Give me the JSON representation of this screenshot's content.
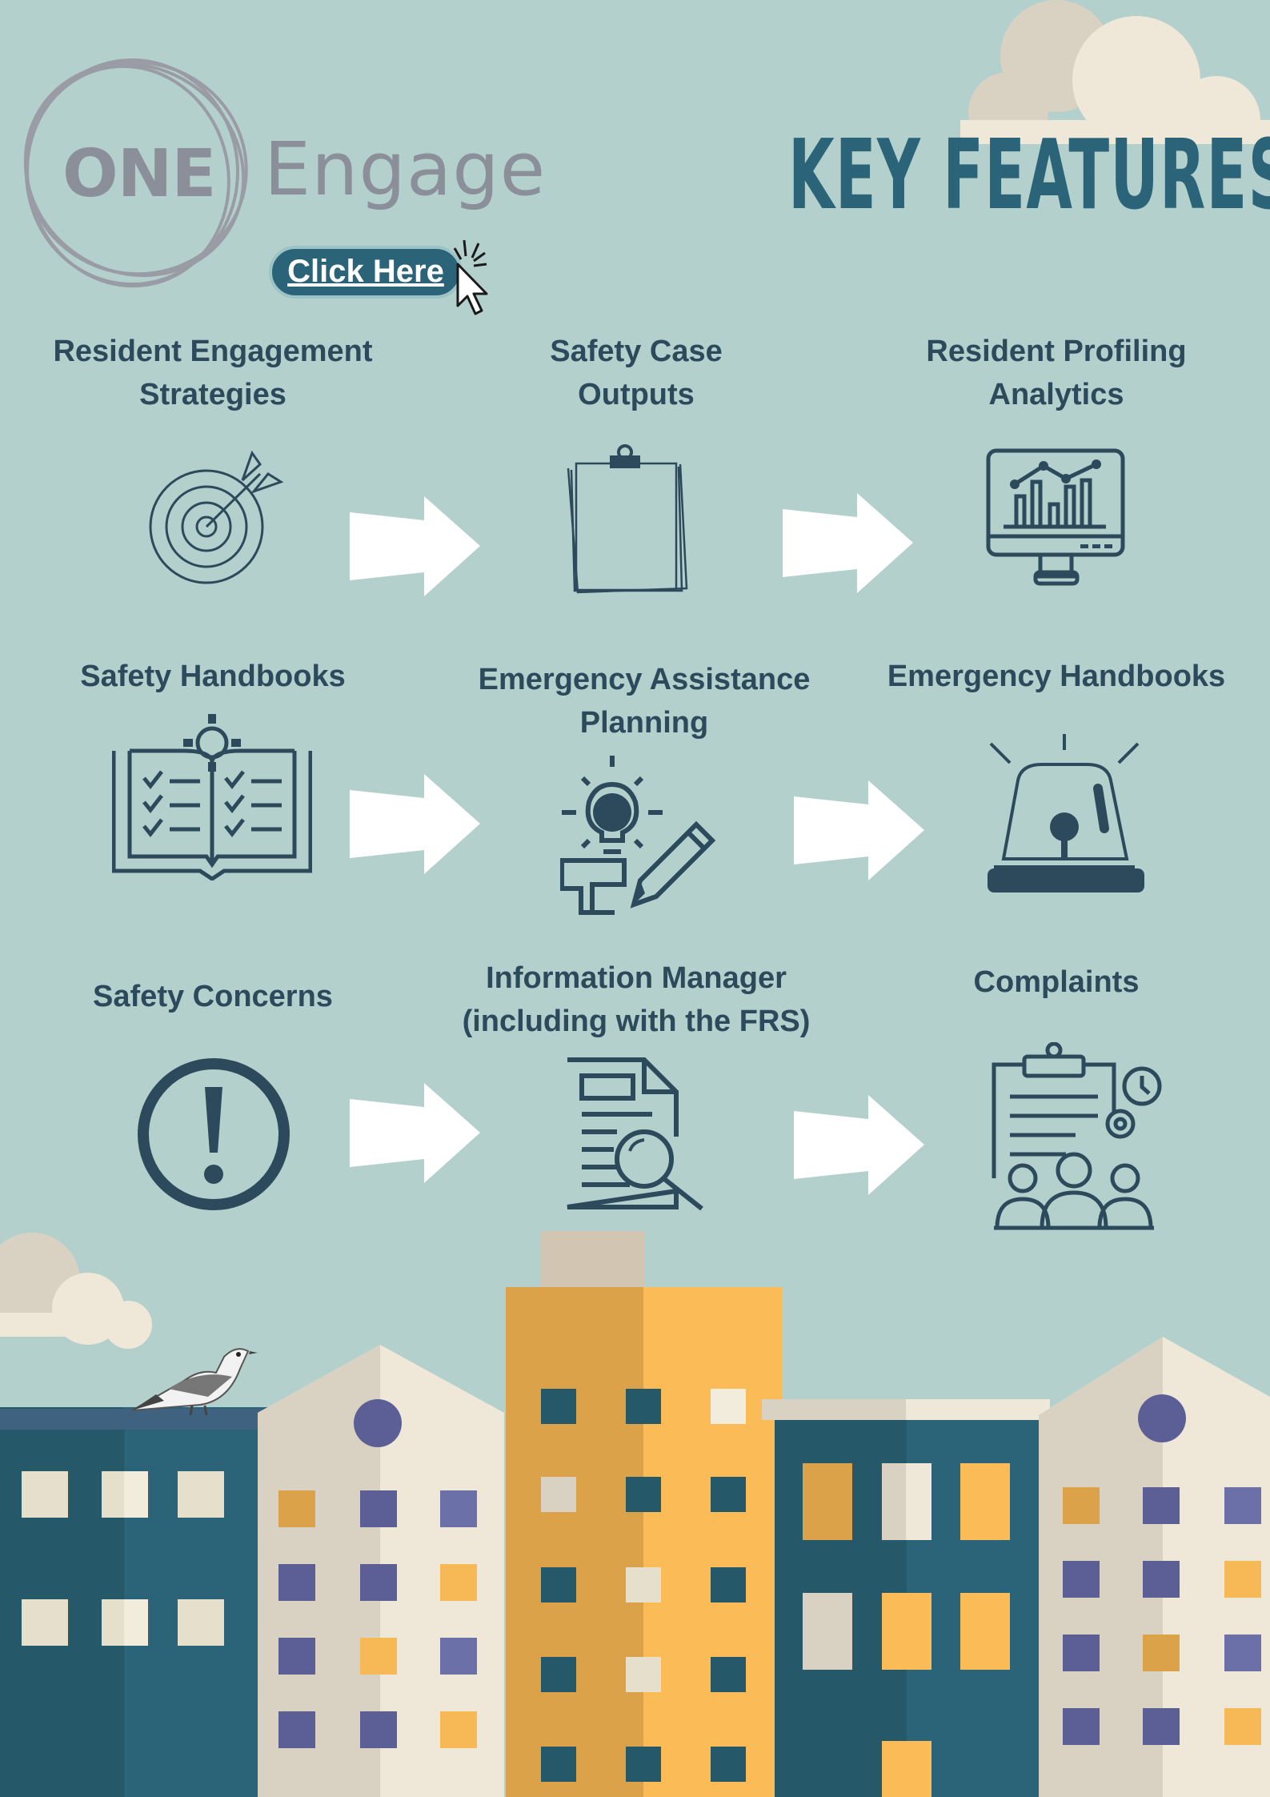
{
  "brand": {
    "logo_main": "ONE",
    "logo_suffix": "Engage"
  },
  "header": {
    "title": "KEY FEATURES",
    "cta_label": "Click Here"
  },
  "features": [
    {
      "label": "Resident Engagement Strategies",
      "icon": "target-icon"
    },
    {
      "label": "Safety Case Outputs",
      "icon": "clipped-papers-icon"
    },
    {
      "label": "Resident Profiling Analytics",
      "icon": "monitor-chart-icon"
    },
    {
      "label": "Safety Handbooks",
      "icon": "handbook-gear-icon"
    },
    {
      "label": "Emergency Assistance Planning",
      "icon": "lightbulb-plan-icon"
    },
    {
      "label": "Emergency Handbooks",
      "icon": "alarm-beacon-icon"
    },
    {
      "label": "Safety Concerns",
      "icon": "exclamation-circle-icon"
    },
    {
      "label": "Information Manager (including with the FRS)",
      "icon": "document-search-icon"
    },
    {
      "label": "Complaints",
      "icon": "clipboard-people-icon"
    }
  ],
  "colors": {
    "background": "#b4d0cc",
    "title": "#2b6378",
    "icon": "#2d4a5c",
    "arrow": "#ffffff",
    "logo": "#8b8f99"
  }
}
